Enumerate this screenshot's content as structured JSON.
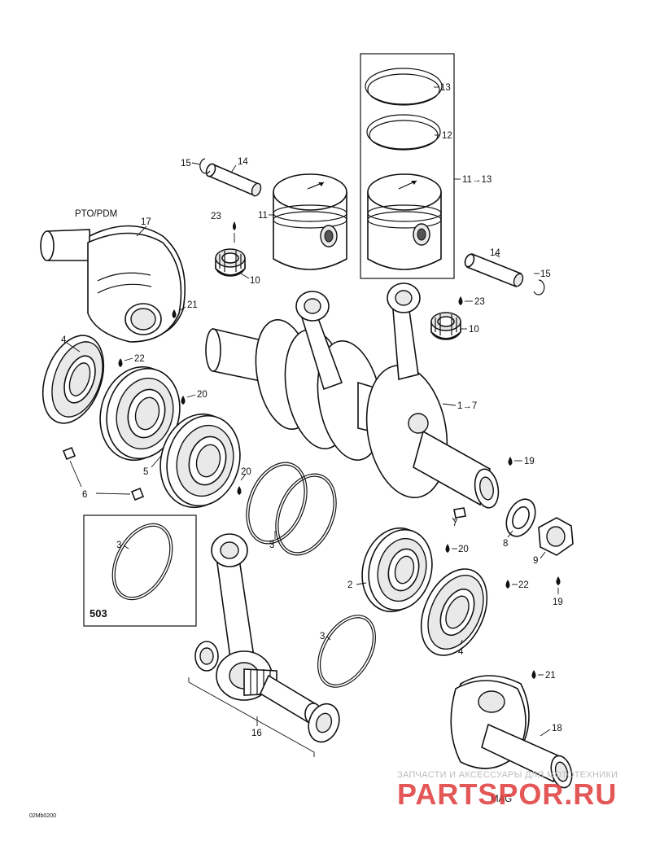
{
  "diagram": {
    "labels": {
      "ring_13": "13",
      "ring_12": "12",
      "ring_set": "11→13",
      "pin_15_top": "15",
      "pin_14_top": "14",
      "piston_11": "11",
      "bearing_23_top": "23",
      "bearing_10_top": "10",
      "pto_pdm": "PTO/PDM",
      "crank_17": "17",
      "dot_21_top": "21",
      "pin_14_right": "14",
      "clip_15_right": "15",
      "bearing_23_right": "23",
      "bearing_10_right": "10",
      "seal_4_left": "4",
      "dot_22_left": "22",
      "dot_20_left": "20",
      "crank_assy": "1→7",
      "dot_20_mid": "20",
      "bearing_5": "5",
      "dowel_6": "6",
      "dot_19_top": "19",
      "key_7": "7",
      "ring_3_mid": "3",
      "ring_3_box": "3",
      "box_503": "503",
      "washer_8": "8",
      "dot_20_right": "20",
      "nut_9": "9",
      "bearing_2": "2",
      "dot_22_right": "22",
      "dot_19_bottom": "19",
      "seal_4_right": "4",
      "ring_3_bottom": "3",
      "dot_21_bottom": "21",
      "crank_18": "18",
      "rod_16": "16",
      "mag": "MAG",
      "drawing_id": "02Mb0200"
    },
    "watermark": {
      "line1": "ЗАПЧАСТИ И АКСЕССУАРЫ ДЛЯ МОТОТЕХНИКИ",
      "line2": "PARTSPOR.RU"
    },
    "colors": {
      "line": "#111111",
      "watermark_text": "#bdbdbd",
      "watermark_logo": "#e03a3a"
    }
  }
}
